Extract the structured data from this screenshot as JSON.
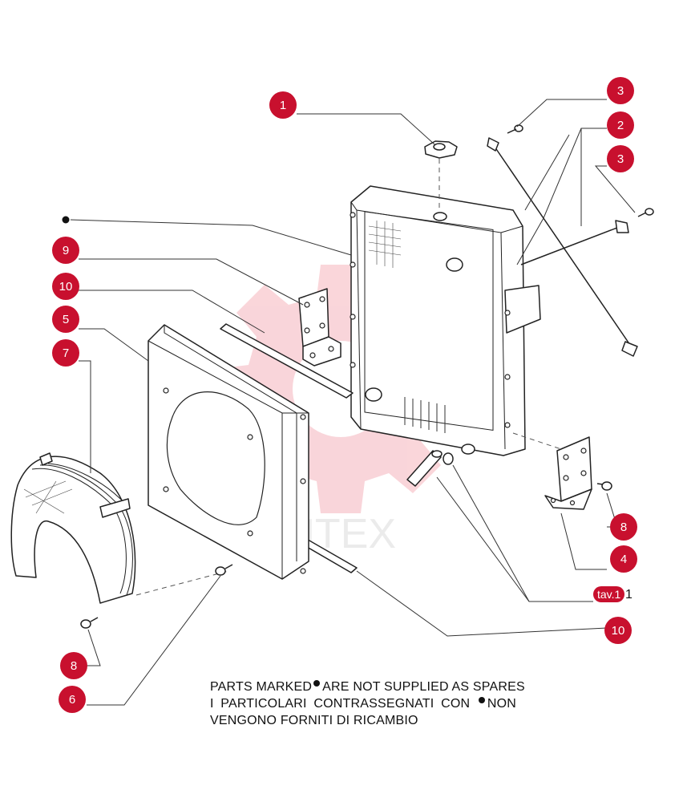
{
  "colors": {
    "callout": "#c8102e",
    "line": "#222222",
    "watermark": "#f2a0a8"
  },
  "callouts": [
    {
      "label": "1"
    },
    {
      "label": "3"
    },
    {
      "label": "2"
    },
    {
      "label": "3"
    },
    {
      "label": "9"
    },
    {
      "label": "10"
    },
    {
      "label": "5"
    },
    {
      "label": "7"
    },
    {
      "label": "8"
    },
    {
      "label": "4"
    },
    {
      "label": "10"
    },
    {
      "label": "8"
    },
    {
      "label": "6"
    }
  ],
  "note": {
    "line1a": "PARTS MARKED",
    "line1b": "ARE NOT SUPPLIED AS SPARES",
    "line2a": "I PARTICOLARI CONTRASSEGNATI CON",
    "line2b": "NON",
    "line3": "VENGONO FORNITI DI RICAMBIO"
  },
  "tav": {
    "badge": "tav.1",
    "suffix": "1"
  },
  "watermark": {
    "text": "ИНТЕХ"
  }
}
